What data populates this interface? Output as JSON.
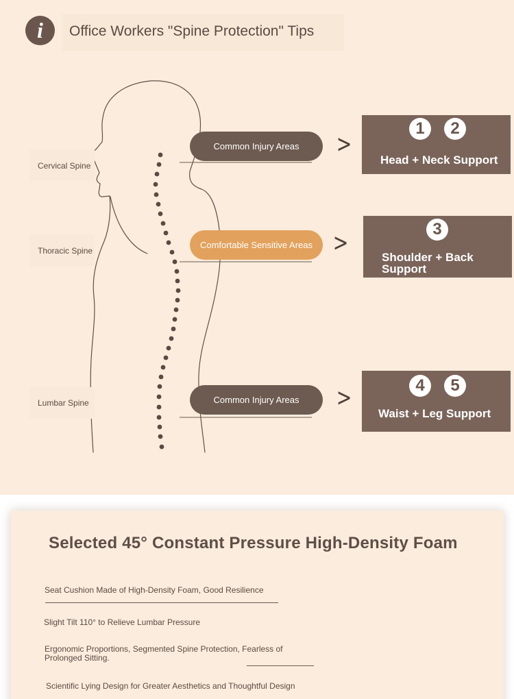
{
  "header": {
    "icon": "info-icon",
    "icon_glyph": "i",
    "title": "Office Workers \"Spine Protection\" Tips"
  },
  "spine_labels": [
    "Cervical Spine",
    "Thoracic Spine",
    "Lumbar Spine"
  ],
  "areas": [
    {
      "label": "Common Injury Areas",
      "style": "brown"
    },
    {
      "label": "Comfortable Sensitive Areas",
      "style": "orange"
    },
    {
      "label": "Common Injury Areas",
      "style": "brown"
    }
  ],
  "supports": [
    {
      "numbers": [
        "1",
        "2"
      ],
      "label": "Head + Neck Support"
    },
    {
      "numbers": [
        "3"
      ],
      "label": "Shoulder + Back Support"
    },
    {
      "numbers": [
        "4",
        "5"
      ],
      "label": "Waist + Leg Support"
    }
  ],
  "foam": {
    "title": "Selected 45° Constant Pressure High-Density Foam",
    "features": [
      "Seat Cushion Made of High-Density Foam, Good Resilience",
      "Slight Tilt 110° to Relieve Lumbar Pressure",
      "Ergonomic Proportions, Segmented Spine Protection, Fearless of Prolonged Sitting.",
      "Scientific Lying Design for Greater Aesthetics and Thoughtful Design"
    ]
  },
  "colors": {
    "background": "#fcecdd",
    "brown": "#6d5a50",
    "box": "#7a645a",
    "orange": "#e2a15c",
    "text": "#5b4a42"
  }
}
